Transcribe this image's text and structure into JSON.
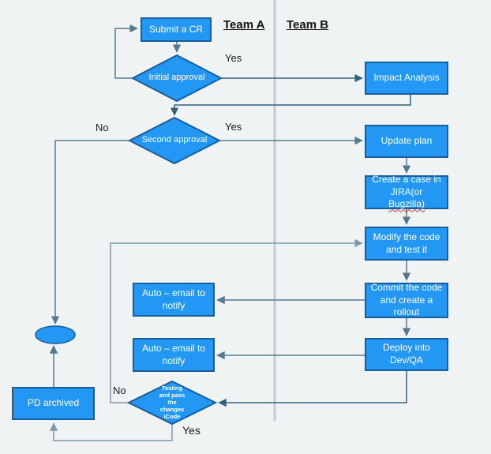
{
  "colors": {
    "background": "#f0f3f4",
    "node_fill": "#2298f4",
    "node_border": "#1a5d9b",
    "line_mid": "#54798e",
    "line_dark": "#33617c",
    "line_light": "#7e99ab",
    "divider": "#c2ced6",
    "label_text": "#1a1a1a",
    "node_text": "#ffffff",
    "spellcheck_wavy": "#e0362c"
  },
  "lanes": {
    "team_a": "Team A",
    "team_b": "Team B"
  },
  "nodes": {
    "submit_cr": "Submit a CR",
    "initial_approval": "Initial approval",
    "impact_analysis": "Impact Analysis",
    "second_approval": "Second approval",
    "update_plan": "Update plan",
    "create_case_lines": [
      "Create a case in",
      "JIRA(or",
      "Bugzilla)"
    ],
    "modify_code": "Modify the code and test it",
    "commit_code": "Commit the code and create a rollout",
    "auto_email_1": "Auto – email to notify",
    "auto_email_2": "Auto – email to notify",
    "deploy": "Deploy into Dev/QA",
    "testing": "Testing and pass the changes iCode",
    "pd_archived": "PD archived"
  },
  "edge_labels": {
    "initial_yes": "Yes",
    "second_yes": "Yes",
    "second_no": "No",
    "testing_no": "No",
    "testing_yes": "Yes"
  }
}
